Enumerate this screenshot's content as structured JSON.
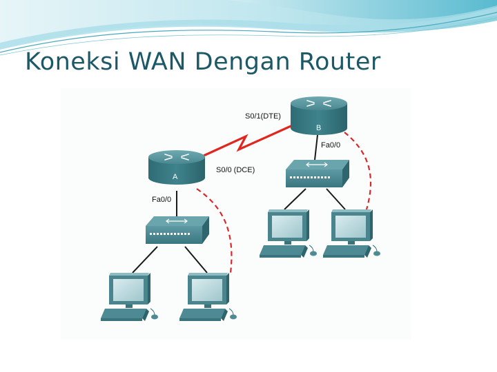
{
  "slide": {
    "title": "Koneksi WAN Dengan Router"
  },
  "diagram": {
    "router_a": {
      "name": "A",
      "lan_port": "Fa0/0",
      "wan_port": "S0/0 (DCE)"
    },
    "router_b": {
      "name": "B",
      "lan_port": "Fa0/0",
      "wan_port": "S0/1(DTE)"
    }
  },
  "colors": {
    "title": "#1d5866",
    "banner_light": "#c3e7ef",
    "banner_mid": "#7fcbdb",
    "device_teal": "#3f7f88",
    "serial_link": "#e0261e",
    "console_cable": "#d8282a"
  },
  "icons": [
    "router-icon",
    "switch-icon",
    "pc-icon",
    "serial-link-icon"
  ]
}
